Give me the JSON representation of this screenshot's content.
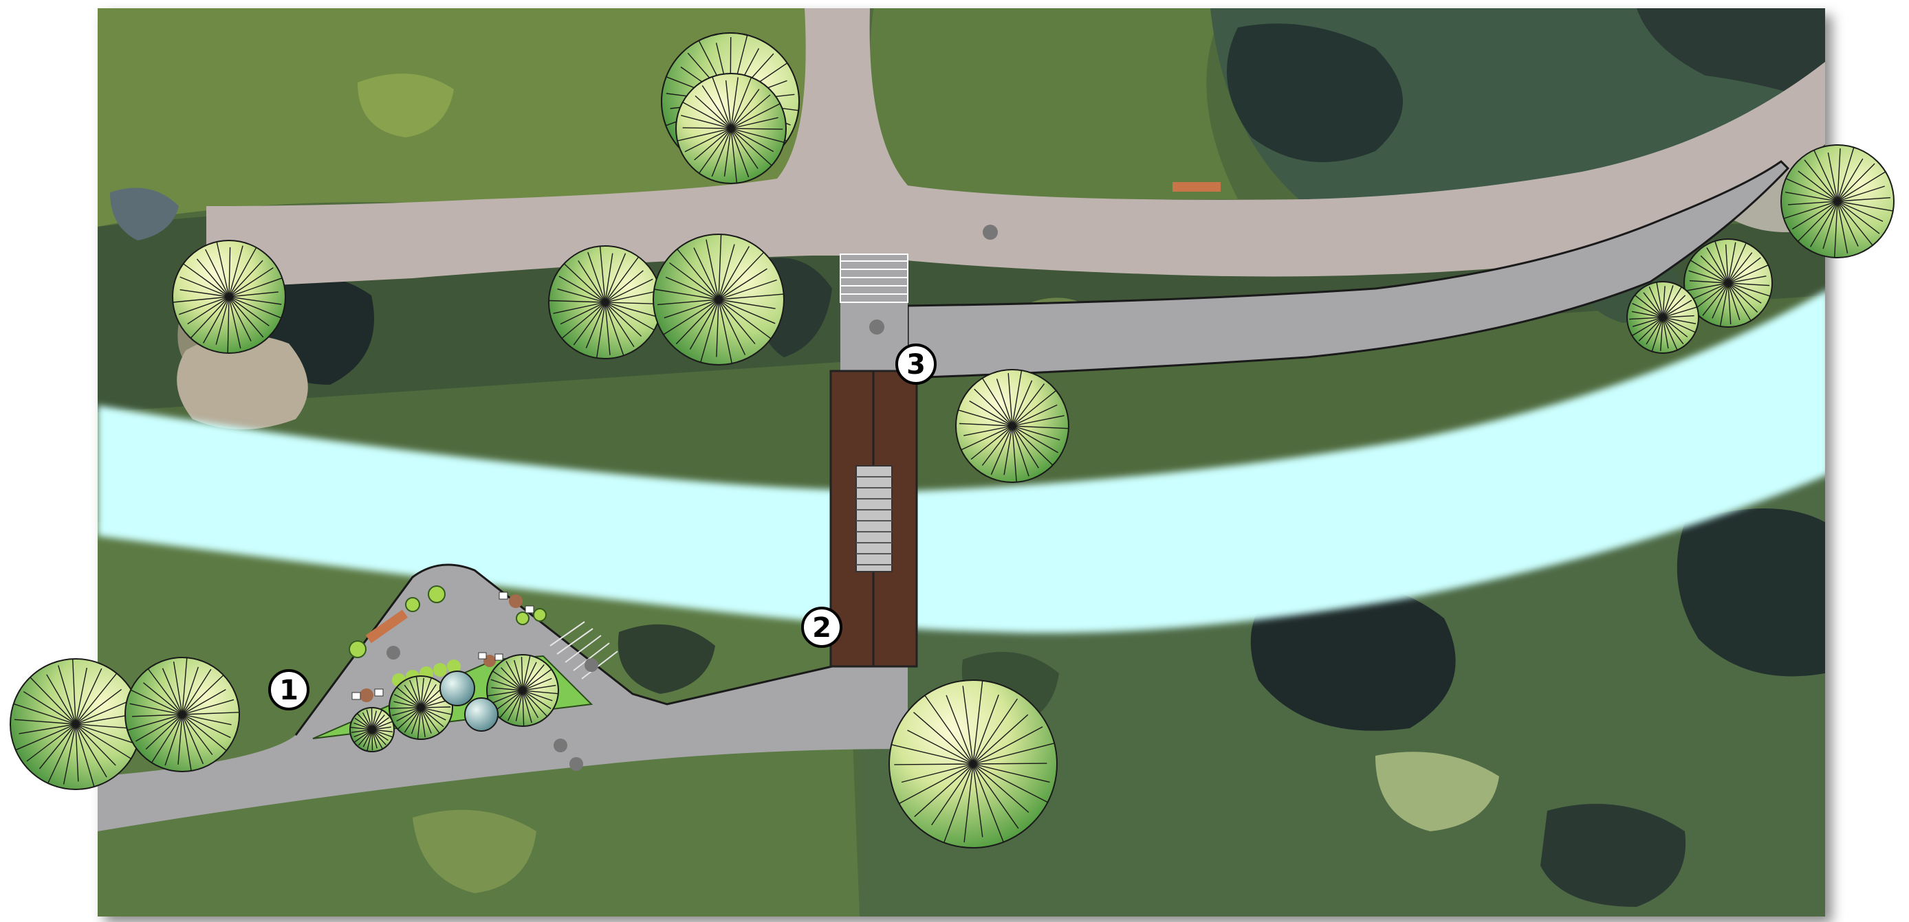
{
  "markers": [
    {
      "id": "marker-1",
      "label": "1"
    },
    {
      "id": "marker-2",
      "label": "2"
    },
    {
      "id": "marker-3",
      "label": "3"
    }
  ],
  "colors": {
    "forest_base": "#4f6a3c",
    "forest_light": "#6f8a45",
    "forest_mid": "#5c7a44",
    "forest_dark": "#2a3a32",
    "forest_deep": "#1f2b2a",
    "forest_grey": "#556b66",
    "path_upper": "#bfb3af",
    "path_lower": "#a7a7aa",
    "water": "#ccffff",
    "bridge": "#5a3526",
    "tree_light": "#f4f6c4",
    "tree_dark": "#5fa545",
    "planting_bed": "#7fca52",
    "marker_fill": "#ffffff",
    "marker_stroke": "#000000"
  }
}
